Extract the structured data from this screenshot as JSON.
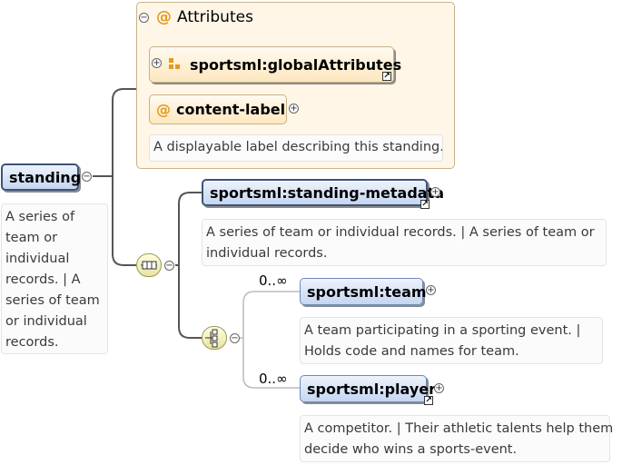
{
  "attributes_panel": {
    "title": "Attributes",
    "at_symbol": "@"
  },
  "global_attributes": {
    "label": "sportsml:globalAttributes"
  },
  "content_label": {
    "label": "content-label",
    "doc": "A displayable label describing this standing."
  },
  "root": {
    "label": "standing",
    "doc": [
      "A series of",
      "team or",
      "individual",
      "records. | A",
      "series of team",
      "or individual",
      "records."
    ]
  },
  "metadata": {
    "label": "sportsml:standing-metadata",
    "doc": [
      "A series of team or individual records. | A series of team or",
      "individual records."
    ]
  },
  "team": {
    "label": "sportsml:team",
    "cardinality": "0..∞",
    "doc": [
      "A team participating in a sporting event. |",
      "Holds code and names for team."
    ]
  },
  "player": {
    "label": "sportsml:player",
    "cardinality": "0..∞",
    "doc": [
      "A competitor. | Their athletic talents help them",
      "decide who wins a sports-event."
    ]
  },
  "symbols": {
    "minus": "−",
    "plus": "+",
    "link": "↗"
  }
}
